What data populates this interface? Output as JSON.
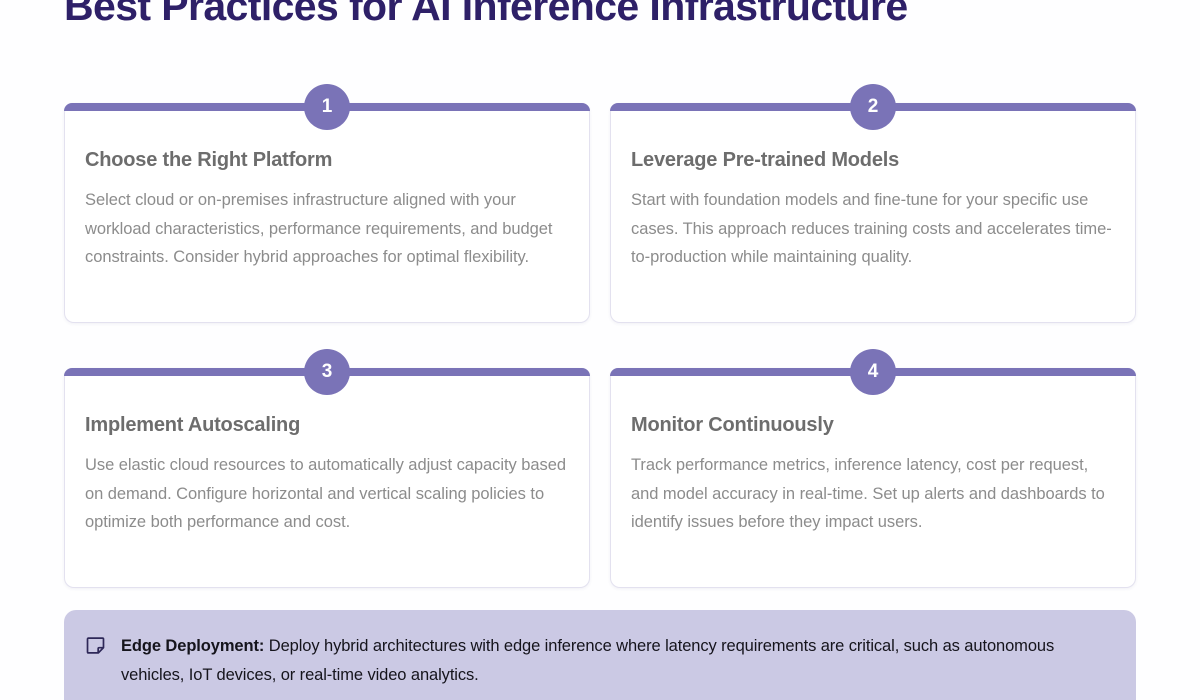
{
  "header": {
    "title": "Best Practices for AI Inference Infrastructure",
    "title_color": "#2e2068"
  },
  "theme": {
    "accent": "#7a73b7",
    "card_border": "#e3e1ef",
    "callout_bg": "#cbc9e4",
    "card_title_color": "#6d6d6d",
    "card_body_color": "#8c8c8c",
    "page_bg": "#ffffff"
  },
  "cards": [
    {
      "number": "1",
      "title": "Choose the Right Platform",
      "body": "Select cloud or on-premises infrastructure aligned with your workload characteristics, performance requirements, and budget constraints. Consider hybrid approaches for optimal flexibility."
    },
    {
      "number": "2",
      "title": "Leverage Pre-trained Models",
      "body": "Start with foundation models and fine-tune for your specific use cases. This approach reduces training costs and accelerates time-to-production while maintaining quality."
    },
    {
      "number": "3",
      "title": "Implement Autoscaling",
      "body": "Use elastic cloud resources to automatically adjust capacity based on demand. Configure horizontal and vertical scaling policies to optimize both performance and cost."
    },
    {
      "number": "4",
      "title": "Monitor Continuously",
      "body": "Track performance metrics, inference latency, cost per request, and model accuracy in real-time. Set up alerts and dashboards to identify issues before they impact users."
    }
  ],
  "callout": {
    "icon": "sticky-note-icon",
    "label": "Edge Deployment:",
    "text": " Deploy hybrid architectures with edge inference where latency requirements are critical, such as autonomous vehicles, IoT devices, or real-time video analytics."
  }
}
